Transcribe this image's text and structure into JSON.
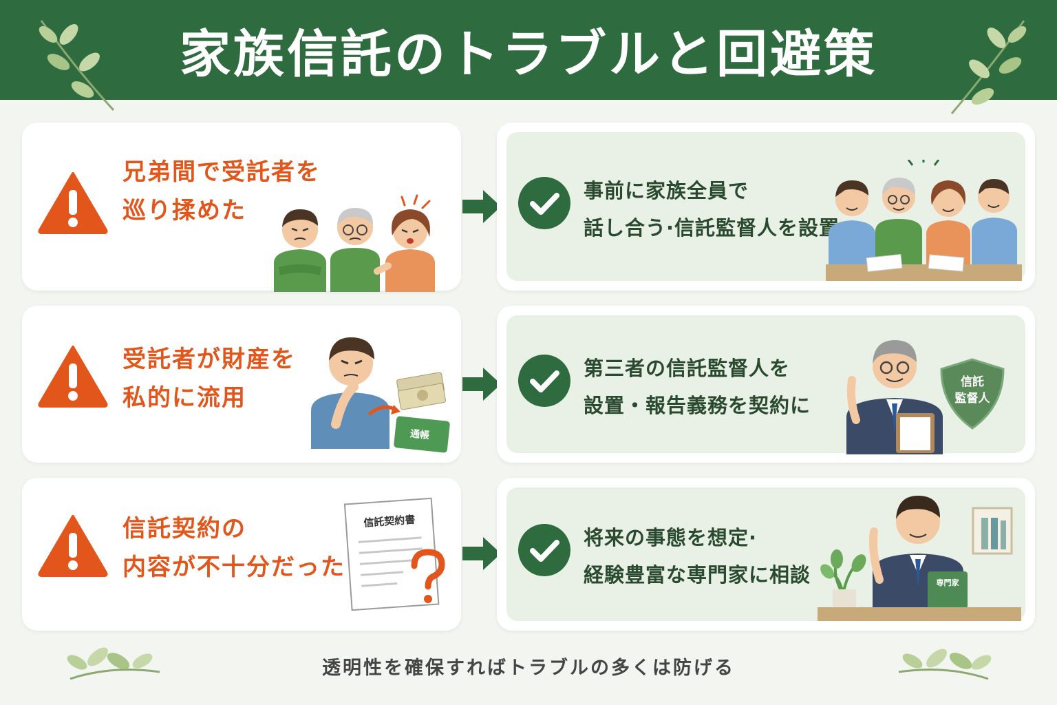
{
  "header": {
    "title": "家族信託のトラブルと回避策"
  },
  "rows": [
    {
      "problem_lines": [
        "兄弟間で受託者を",
        "巡り揉めた"
      ],
      "solution_lines": [
        "事前に家族全員で",
        "話し合う·信託監督人を設置"
      ]
    },
    {
      "problem_lines": [
        "受託者が財産を",
        "私的に流用"
      ],
      "bankbook_label": "通帳",
      "solution_lines": [
        "第三者の信託監督人を",
        "設置・報告義務を契約に"
      ],
      "shield_lines": [
        "信託",
        "監督人"
      ]
    },
    {
      "problem_lines": [
        "信託契約の",
        "内容が不十分だった"
      ],
      "document_label": "信託契約書",
      "solution_lines": [
        "将来の事態を想定·",
        "経験豊富な専門家に相談"
      ],
      "book_label": "専門家"
    }
  ],
  "footer": {
    "text": "透明性を確保すればトラブルの多くは防げる"
  },
  "colors": {
    "header_bg": "#2e6b3e",
    "warning": "#e2561b",
    "check": "#2e6b3e",
    "solution_bg": "#e9f0e5"
  }
}
